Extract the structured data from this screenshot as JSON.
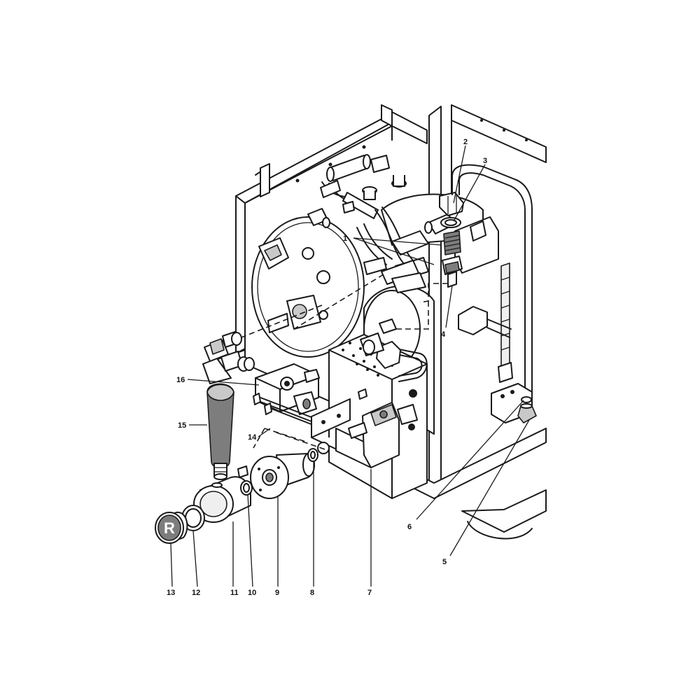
{
  "callouts": [
    {
      "id": "c1",
      "text": "1"
    },
    {
      "id": "c2",
      "text": "2"
    },
    {
      "id": "c3",
      "text": "3"
    },
    {
      "id": "c4",
      "text": "4"
    },
    {
      "id": "c5",
      "text": "5"
    },
    {
      "id": "c6",
      "text": "6"
    },
    {
      "id": "c7",
      "text": "7"
    },
    {
      "id": "c8",
      "text": "8"
    },
    {
      "id": "c9",
      "text": "9"
    },
    {
      "id": "c10",
      "text": "10"
    },
    {
      "id": "c11",
      "text": "11"
    },
    {
      "id": "c12",
      "text": "12"
    },
    {
      "id": "c13",
      "text": "13"
    },
    {
      "id": "c14",
      "text": "14"
    },
    {
      "id": "c15",
      "text": "15"
    },
    {
      "id": "c16",
      "text": "16"
    }
  ],
  "knob_cap_letter": "R",
  "colors": {
    "line": "#1a1a1a",
    "shade_light": "#efefef",
    "shade_mid": "#c9c9c9",
    "shade_dark": "#7d7d7d",
    "background": "#ffffff"
  }
}
